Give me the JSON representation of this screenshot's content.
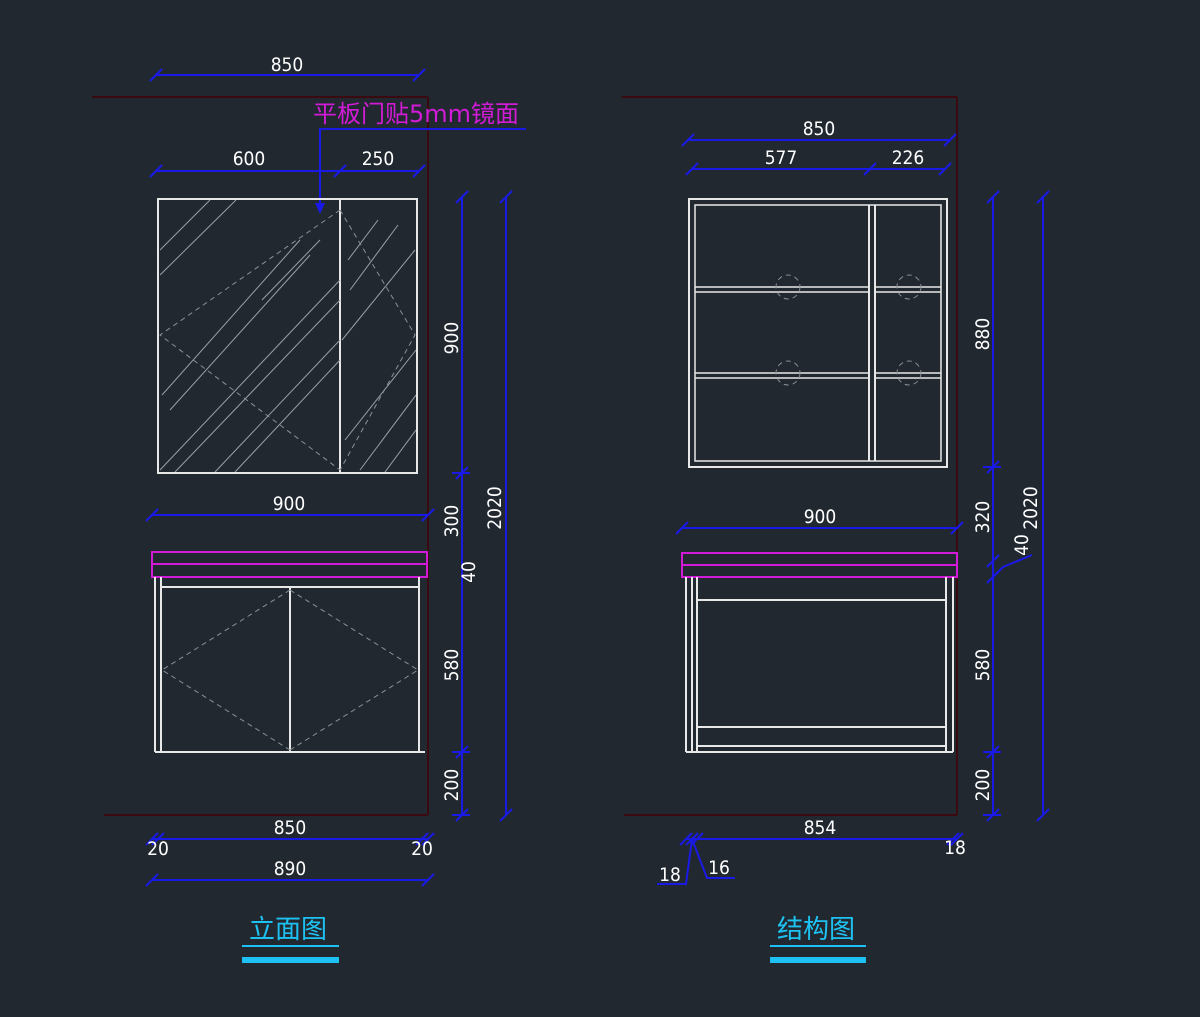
{
  "elevation": {
    "top_width": "850",
    "mirror_note": "平板门贴5mm镜面",
    "mirror_left": "600",
    "mirror_right": "250",
    "counter_width": "900",
    "h_mirror": "900",
    "h_gap": "300",
    "h_top": "40",
    "h_cabinet": "580",
    "h_bottom": "200",
    "h_total": "2020",
    "bottom_width": "850",
    "side_left": "20",
    "side_right": "20",
    "overall_width": "890",
    "title": "立面图"
  },
  "structure": {
    "top_width": "850",
    "left_width": "577",
    "right_width": "226",
    "counter_width": "900",
    "h_upper": "880",
    "h_gap": "320",
    "h_top": "40",
    "h_cabinet": "580",
    "h_bottom": "200",
    "h_total": "2020",
    "bottom_width": "854",
    "side_right": "18",
    "side_left": "18",
    "panel": "16",
    "title": "结构图"
  },
  "colors": {
    "background": "#212830",
    "dimension": "#1a1ae6",
    "linework": "#e8e8e8",
    "note": "#d21bd6",
    "title": "#1ec2f2"
  }
}
